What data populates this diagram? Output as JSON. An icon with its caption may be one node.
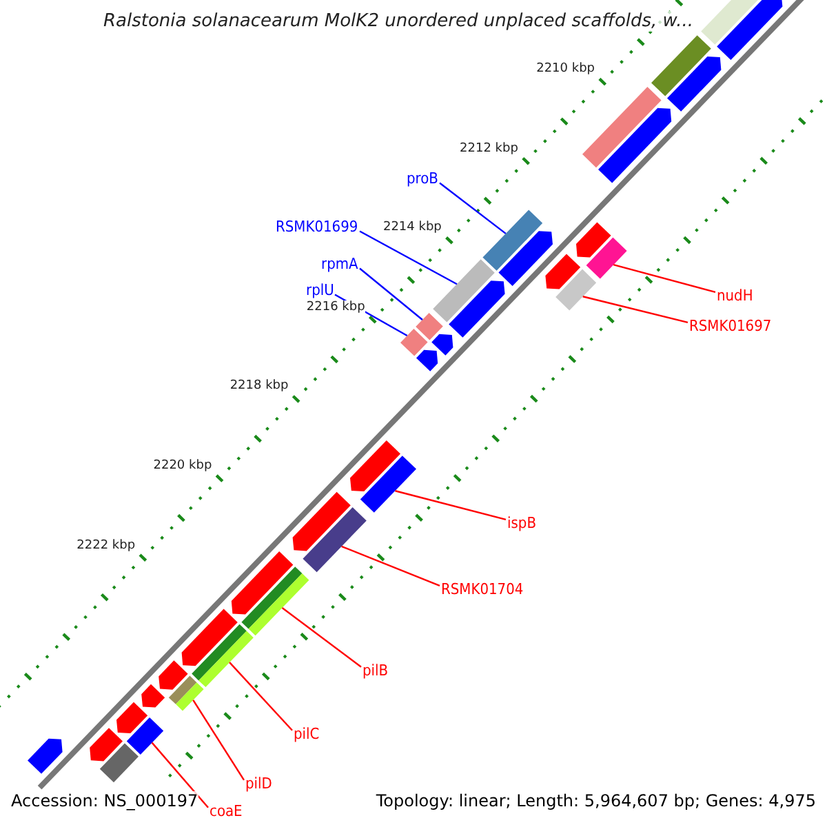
{
  "diagram": {
    "title": "Ralstonia solanacearum MolK2 unordered unplaced scaffolds, w...",
    "nodes": [
      {
        "text": [
          "proB"
        ]
      },
      {
        "text": [
          "RSMK01699"
        ]
      },
      {
        "text": [
          "rpmA"
        ]
      },
      {
        "text": [
          "rplU"
        ]
      },
      {
        "text": [
          "nudH"
        ]
      },
      {
        "text": [
          "RSMK01697"
        ]
      },
      {
        "text": [
          "ispB"
        ]
      },
      {
        "text": [
          "RSMK01704"
        ]
      },
      {
        "text": [
          "pilB"
        ]
      },
      {
        "text": [
          "pilC"
        ]
      },
      {
        "text": [
          "pilD"
        ]
      },
      {
        "text": [
          "coaE"
        ]
      },
      {
        "text": [],
        "shape": "pentagon"
      },
      {
        "text": [],
        "shape": "pentagon"
      },
      {
        "text": [],
        "shape": "pentagon"
      },
      {
        "text": [],
        "shape": "pentagon"
      },
      {
        "text": [],
        "shape": "pentagon"
      },
      {
        "text": [],
        "shape": "pentagon"
      },
      {
        "text": [],
        "shape": "pentagon"
      },
      {
        "text": [],
        "shape": "pentagon"
      },
      {
        "text": [],
        "shape": "pentagon"
      },
      {
        "text": [],
        "shape": "pentagon"
      },
      {
        "text": [],
        "shape": "pentagon"
      },
      {
        "text": [],
        "shape": "pentagon"
      },
      {
        "text": [],
        "shape": "pentagon"
      },
      {
        "text": [],
        "shape": "pentagon"
      },
      {
        "text": [],
        "shape": "pentagon"
      },
      {
        "text": [],
        "shape": "pentagon"
      },
      {
        "text": [],
        "shape": "pentagon"
      },
      {
        "text": [],
        "shape": "pentagon"
      }
    ],
    "edges": [
      {
        "from": 0,
        "to": 16,
        "arrow": "none",
        "color": "#0000ff"
      },
      {
        "from": 1,
        "to": 18,
        "arrow": "none",
        "color": "#0000ff"
      },
      {
        "from": 2,
        "to": 19,
        "arrow": "none",
        "color": "#0000ff"
      },
      {
        "from": 3,
        "to": 20,
        "arrow": "none",
        "color": "#0000ff"
      },
      {
        "from": 4,
        "to": 15,
        "arrow": "none"
      },
      {
        "from": 5,
        "to": 17,
        "arrow": "none"
      },
      {
        "from": 6,
        "to": 21,
        "arrow": "none"
      },
      {
        "from": 7,
        "to": 22,
        "arrow": "none"
      },
      {
        "from": 8,
        "to": 23,
        "arrow": "none"
      },
      {
        "from": 9,
        "to": 24,
        "arrow": "none"
      },
      {
        "from": 10,
        "to": 25,
        "arrow": "none"
      },
      {
        "from": 11,
        "to": 27,
        "arrow": "none"
      }
    ],
    "labels": [
      "2210 kbp",
      "2212 kbp",
      "2214 kbp",
      "2216 kbp",
      "2218 kbp",
      "2220 kbp",
      "2222 kbp",
      "Accession: NS_000197",
      "Topology: linear; Length: 5,964,607 bp; Genes: 4,975"
    ]
  }
}
